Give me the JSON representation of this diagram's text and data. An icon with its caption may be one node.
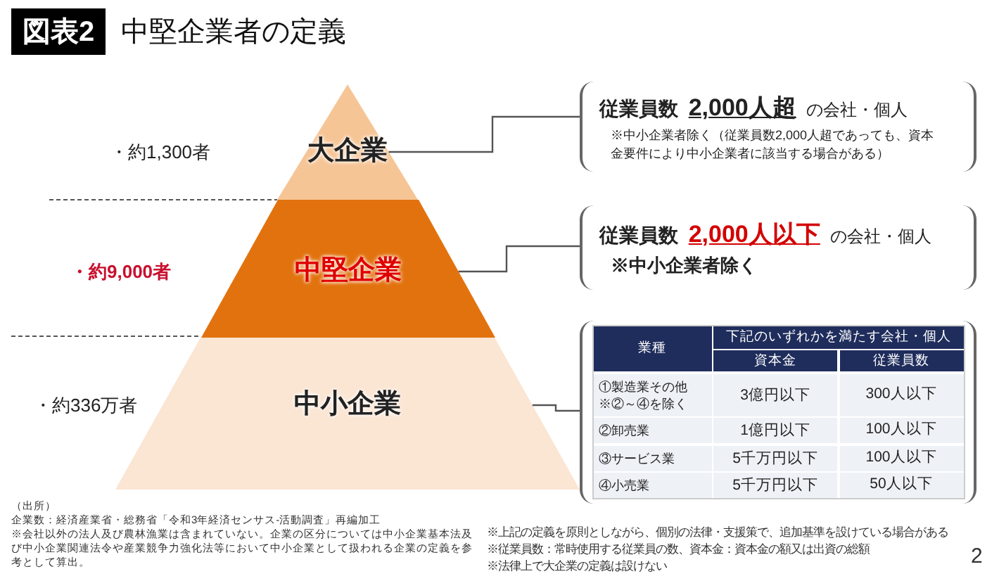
{
  "diagram": {
    "title": "中堅企業者の定義",
    "nodes": [
      {
        "text": [
          "大企業"
        ]
      },
      {
        "text": [
          "中堅企業"
        ]
      },
      {
        "text": [
          "中小企業"
        ]
      },
      {
        "text": [
          "**従業員数** **2,000人超** の会社・個人",
          "※中小企業者除く（従業員数2,000人超であっても、資本金要件により中小企業者に該当する場合がある）"
        ]
      },
      {
        "text": [
          "**従業員数** **2,000人以下** の会社・個人",
          "※中小企業者除く"
        ]
      },
      {
        "text": [],
        "shape": "box"
      }
    ],
    "edges": [
      {
        "from": 0,
        "to": 3,
        "arrow": "none"
      },
      {
        "from": 1,
        "to": 4,
        "arrow": "none"
      },
      {
        "from": 2,
        "to": 5,
        "arrow": "none"
      }
    ],
    "labels": [
      "図表2",
      "業種",
      "下記のいずれかを満たす会社・個人",
      "資本金",
      "従業員数",
      "①製造業その他 ※②～④を除く",
      "3億円以下",
      "300人以下",
      "②卸売業",
      "1億円以下",
      "100人以下",
      "③サービス業",
      "5千万円以下",
      "100人以下",
      "④小売業",
      "5千万円以下",
      "50人以下",
      "（出所）",
      "企業数：経済産業省・総務省「令和3年経済センサス-活動調査」再編加工",
      "※会社以外の法人及び農林漁業は含まれていない。企業の区分については中小企業基本法及び中小企業関連法令や産業競争力強化法等において中小企業として扱われる企業の定義を参考として算出。",
      "※上記の定義を原則としながら、個別の法律・支援策で、追加基準を設けている場合がある",
      "※従業員数：常時使用する従業員の数、資本金：資本金の額又は出資の総額",
      "※法律上で大企業の定義は設けない",
      "2",
      "・約1,300者",
      "・約9,000者",
      "・約336万者"
    ]
  }
}
